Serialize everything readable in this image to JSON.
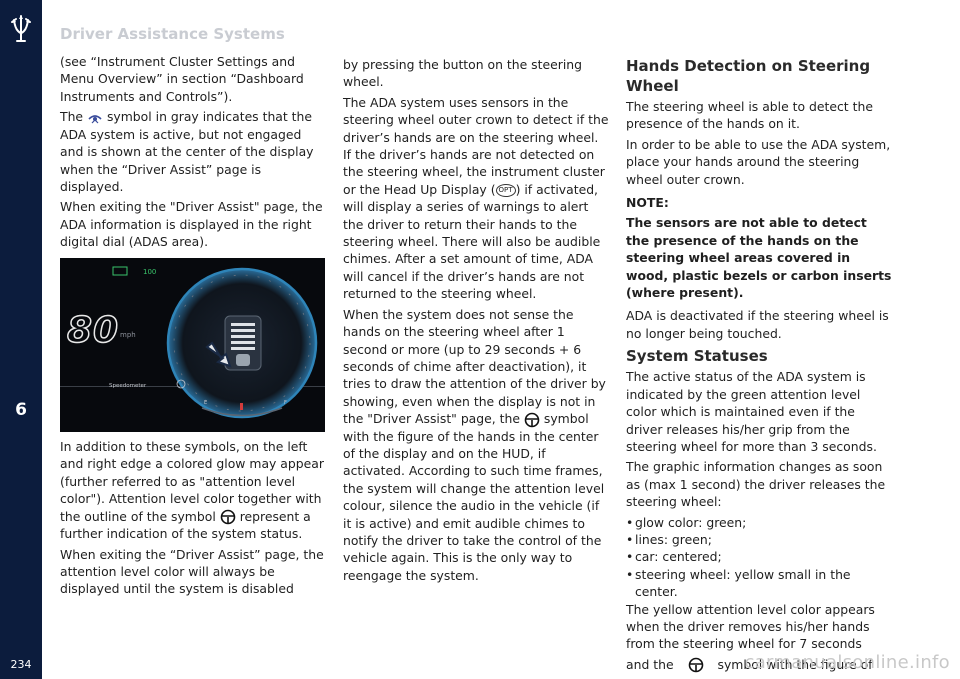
{
  "sidebar": {
    "chapter": "6",
    "page_number": "234"
  },
  "header": {
    "section_title": "Driver Assistance Systems"
  },
  "column1": {
    "p1": "(see “Instrument Cluster Settings and Menu Overview” in section “Dashboard Instruments and Controls”).",
    "p2_before": "The",
    "p2_after": "symbol in gray indicates that the ADA system is active, but not engaged and is shown at the center of the display when the “Driver Assist” page is displayed.",
    "p3": "When exiting the \"Driver Assist\" page, the ADA information is displayed in the right digital dial (ADAS area).",
    "p4_before": "In addition to these symbols, on the left and right edge a colored glow may appear (further referred to as \"attention level color\"). Attention level color together with the outline of the symbol",
    "p4_after": "represent a further indication of the system status.",
    "p5": "When exiting the “Driver Assist” page, the attention level color will always be displayed until the system is disabled"
  },
  "cluster": {
    "speed": "80",
    "unit": "mph",
    "acc_value": "100",
    "speedometer_label": "Speedometer",
    "fuel_e": "E",
    "fuel_f": "F"
  },
  "column2": {
    "p1": "by pressing the button on the steering wheel.",
    "p2_before": "The ADA system uses sensors in the steering wheel outer crown to detect if the driver’s hands are on the steering wheel. If the driver’s hands are not detected on the steering wheel, the instrument cluster or the Head Up Display (",
    "hud_icon_text": "OPT",
    "p2_after": ") if activated, will display a series of warnings to alert the driver to return their hands to the steering wheel. There will also be audible chimes. After a set amount of time, ADA will cancel if the driver’s hands are not returned to the steering wheel.",
    "p3_before": "When the system does not sense the hands on the steering wheel after 1 second or more (up to 29 seconds + 6 seconds of chime after deactivation), it tries to draw the attention of the driver by showing, even when the display is not in the \"Driver Assist\" page, the",
    "p3_after": "symbol with the figure of the hands in the center of the display and on the HUD, if activated. According to such time frames, the system will change the attention level colour, silence the audio in the vehicle (if it is active) and emit audible chimes to notify the driver to take the control of the vehicle again. This is the only way to reengage the system."
  },
  "column3": {
    "h_hands": "Hands Detection on Steering Wheel",
    "p1": "The steering wheel is able to detect the presence of the hands on it.",
    "p2": "In order to be able to use the ADA system, place your hands around the steering wheel outer crown.",
    "note_label": "NOTE:",
    "note_body": "The sensors are not able to detect the presence of the hands on the steering wheel areas covered in wood, plastic bezels or carbon inserts (where present).",
    "p3": "ADA is deactivated if the steering wheel is no longer being touched.",
    "h_status": "System Statuses",
    "p4": "The active status of the ADA system is indicated by the green attention level color which is maintained even if the driver releases his/her grip from the steering wheel for more than 3 seconds.",
    "p5": "The graphic information changes as soon as (max 1 second) the driver releases the steering wheel:",
    "bullets": [
      "glow color: green;",
      "lines: green;",
      "car: centered;",
      "steering wheel: yellow small in the center."
    ],
    "p6": "The yellow attention level color appears when the driver removes his/her hands from the steering wheel for 7 seconds",
    "p7_before": "and the",
    "p7_after": "symbol with the figure of"
  },
  "watermark": "carmanualsonline.info",
  "colors": {
    "sidebar": "#0c1c3d",
    "header": "#c9ccd2",
    "ada_icon": "#3a4c9c",
    "acc_green": "#3ac46b"
  },
  "icons": [
    "maserati-trident-icon",
    "ada-symbol-icon",
    "steering-wheel-icon",
    "hud-opt-icon"
  ]
}
